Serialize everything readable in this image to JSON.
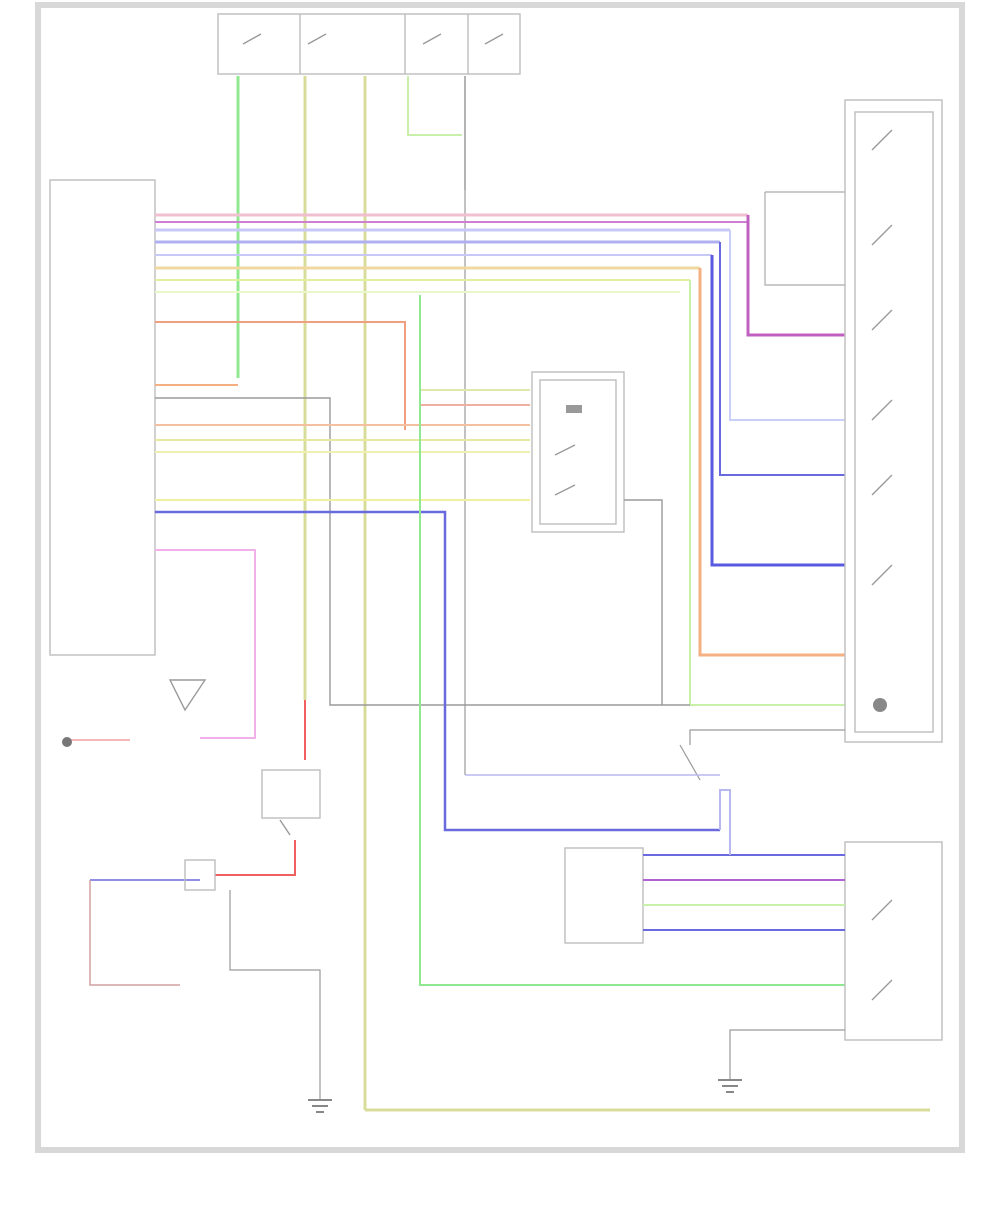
{
  "diagram": {
    "page_label": "",
    "components": [
      {
        "id": "fuse-block",
        "label": ""
      },
      {
        "id": "control-unit",
        "label": ""
      },
      {
        "id": "mirror-switch",
        "label": ""
      },
      {
        "id": "door-mirror-left",
        "label": ""
      },
      {
        "id": "door-mirror-right",
        "label": ""
      },
      {
        "id": "mirror-motor-block",
        "label": ""
      },
      {
        "id": "ground",
        "label": ""
      }
    ],
    "wire_colors": {
      "green": "#90e890",
      "light_green": "#c8f0a8",
      "yellow_green": "#d8dc9a",
      "pink": "#f0a0c0",
      "magenta": "#c060c0",
      "violet": "#b0a8f0",
      "blue": "#6a6ae0",
      "light_blue": "#b8c8f8",
      "orange": "#f4b080",
      "red": "#f06060",
      "yellow": "#f0f0a0",
      "gray": "#9a9a9a"
    }
  }
}
